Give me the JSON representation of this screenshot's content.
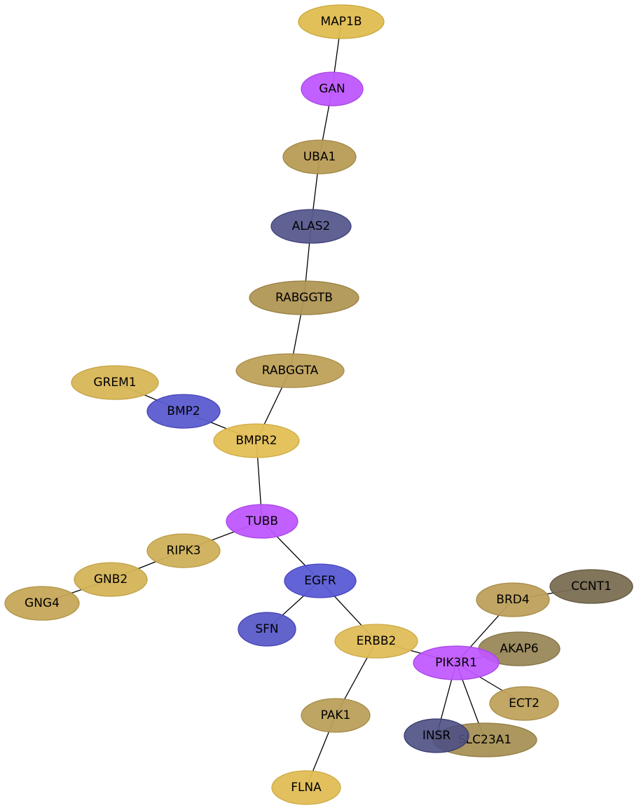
{
  "nodes": [
    {
      "id": "MAP1B",
      "label": "MAP1B",
      "fill": "#e0bd50",
      "stroke": "#c9a63c",
      "opacity": 0.95
    },
    {
      "id": "GAN",
      "label": "GAN",
      "fill": "#bf57ff",
      "stroke": "#a845e6",
      "opacity": 0.95
    },
    {
      "id": "UBA1",
      "label": "UBA1",
      "fill": "#b89b55",
      "stroke": "#a08643",
      "opacity": 0.95
    },
    {
      "id": "ALAS2",
      "label": "ALAS2",
      "fill": "#585a8e",
      "stroke": "#3e407a",
      "opacity": 0.95
    },
    {
      "id": "RABGGTB",
      "label": "RABGGTB",
      "fill": "#b09655",
      "stroke": "#998142",
      "opacity": 0.95
    },
    {
      "id": "RABGGTA",
      "label": "RABGGTA",
      "fill": "#bea15a",
      "stroke": "#a88c47",
      "opacity": 0.95
    },
    {
      "id": "GREM1",
      "label": "GREM1",
      "fill": "#d8b656",
      "stroke": "#c4a243",
      "opacity": 0.95
    },
    {
      "id": "BMP2",
      "label": "BMP2",
      "fill": "#5b5bcf",
      "stroke": "#4444b8",
      "opacity": 0.95
    },
    {
      "id": "BMPR2",
      "label": "BMPR2",
      "fill": "#e3bf55",
      "stroke": "#cfab42",
      "opacity": 0.95
    },
    {
      "id": "TUBB",
      "label": "TUBB",
      "fill": "#bf57ff",
      "stroke": "#a845e6",
      "opacity": 0.95
    },
    {
      "id": "RIPK3",
      "label": "RIPK3",
      "fill": "#cfb058",
      "stroke": "#bb9c45",
      "opacity": 0.95
    },
    {
      "id": "GNB2",
      "label": "GNB2",
      "fill": "#d4b458",
      "stroke": "#c0a045",
      "opacity": 0.95
    },
    {
      "id": "GNG4",
      "label": "GNG4",
      "fill": "#c6a85a",
      "stroke": "#b29447",
      "opacity": 0.95
    },
    {
      "id": "EGFR",
      "label": "EGFR",
      "fill": "#5b5bd6",
      "stroke": "#4444bf",
      "opacity": 0.95
    },
    {
      "id": "SFN",
      "label": "SFN",
      "fill": "#5b5bc9",
      "stroke": "#4444b2",
      "opacity": 0.95
    },
    {
      "id": "ERBB2",
      "label": "ERBB2",
      "fill": "#dfbd58",
      "stroke": "#cba945",
      "opacity": 0.95
    },
    {
      "id": "PAK1",
      "label": "PAK1",
      "fill": "#baa05c",
      "stroke": "#a48b49",
      "opacity": 0.95
    },
    {
      "id": "FLNA",
      "label": "FLNA",
      "fill": "#e0bd55",
      "stroke": "#ccaa42",
      "opacity": 0.95
    },
    {
      "id": "BRD4",
      "label": "BRD4",
      "fill": "#bda05c",
      "stroke": "#a78b49",
      "opacity": 0.95
    },
    {
      "id": "CCNT1",
      "label": "CCNT1",
      "fill": "#7a6e52",
      "stroke": "#62583f",
      "opacity": 0.95
    },
    {
      "id": "AKAP6",
      "label": "AKAP6",
      "fill": "#9a8858",
      "stroke": "#847345",
      "opacity": 0.95
    },
    {
      "id": "ECT2",
      "label": "ECT2",
      "fill": "#bfa25d",
      "stroke": "#a98d4a",
      "opacity": 0.95
    },
    {
      "id": "SLC23A1",
      "label": "SLC23A1",
      "fill": "#a89155",
      "stroke": "#927c42",
      "opacity": 0.95
    },
    {
      "id": "INSR",
      "label": "INSR",
      "fill": "#4d4f84",
      "stroke": "#383a6e",
      "opacity": 0.9
    },
    {
      "id": "PIK3R1",
      "label": "PIK3R1",
      "fill": "#bf57ff",
      "stroke": "#a845e6",
      "opacity": 0.93
    }
  ],
  "edges": [
    [
      "MAP1B",
      "GAN"
    ],
    [
      "GAN",
      "UBA1"
    ],
    [
      "UBA1",
      "ALAS2"
    ],
    [
      "ALAS2",
      "RABGGTB"
    ],
    [
      "RABGGTB",
      "RABGGTA"
    ],
    [
      "RABGGTA",
      "BMPR2"
    ],
    [
      "GREM1",
      "BMP2"
    ],
    [
      "BMP2",
      "BMPR2"
    ],
    [
      "BMPR2",
      "TUBB"
    ],
    [
      "TUBB",
      "RIPK3"
    ],
    [
      "RIPK3",
      "GNB2"
    ],
    [
      "GNB2",
      "GNG4"
    ],
    [
      "TUBB",
      "EGFR"
    ],
    [
      "EGFR",
      "SFN"
    ],
    [
      "EGFR",
      "ERBB2"
    ],
    [
      "ERBB2",
      "PAK1"
    ],
    [
      "PAK1",
      "FLNA"
    ],
    [
      "ERBB2",
      "PIK3R1"
    ],
    [
      "PIK3R1",
      "BRD4"
    ],
    [
      "BRD4",
      "CCNT1"
    ],
    [
      "PIK3R1",
      "AKAP6"
    ],
    [
      "PIK3R1",
      "ECT2"
    ],
    [
      "PIK3R1",
      "SLC23A1"
    ],
    [
      "PIK3R1",
      "INSR"
    ]
  ]
}
